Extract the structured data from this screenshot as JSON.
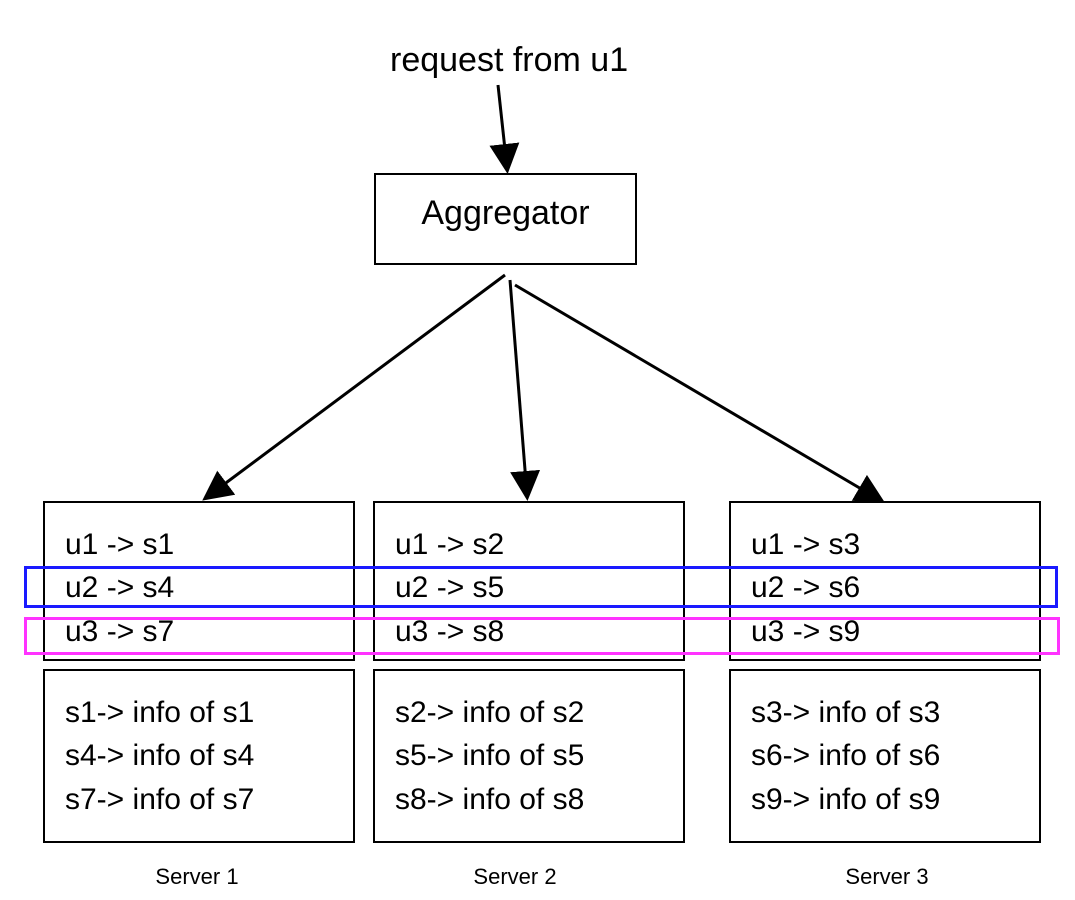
{
  "request_label": "request from u1",
  "aggregator_label": "Aggregator",
  "servers": [
    {
      "name": "Server 1",
      "index_rows": [
        "u1 -> s1",
        "u2 -> s4",
        "u3 -> s7"
      ],
      "info_rows": [
        "s1-> info of s1",
        "s4-> info of s4",
        "s7-> info of s7"
      ]
    },
    {
      "name": "Server 2",
      "index_rows": [
        "u1 -> s2",
        "u2 -> s5",
        "u3 -> s8"
      ],
      "info_rows": [
        "s2-> info of s2",
        "s5-> info of s5",
        "s8-> info of s8"
      ]
    },
    {
      "name": "Server 3",
      "index_rows": [
        "u1 -> s3",
        "u2 -> s6",
        "u3 -> s9"
      ],
      "info_rows": [
        "s3-> info of s3",
        "s6-> info of s6",
        "s9-> info of s9"
      ]
    }
  ],
  "highlight_colors": {
    "u2_row": "#1a1aff",
    "u3_row": "#ff33ff"
  }
}
